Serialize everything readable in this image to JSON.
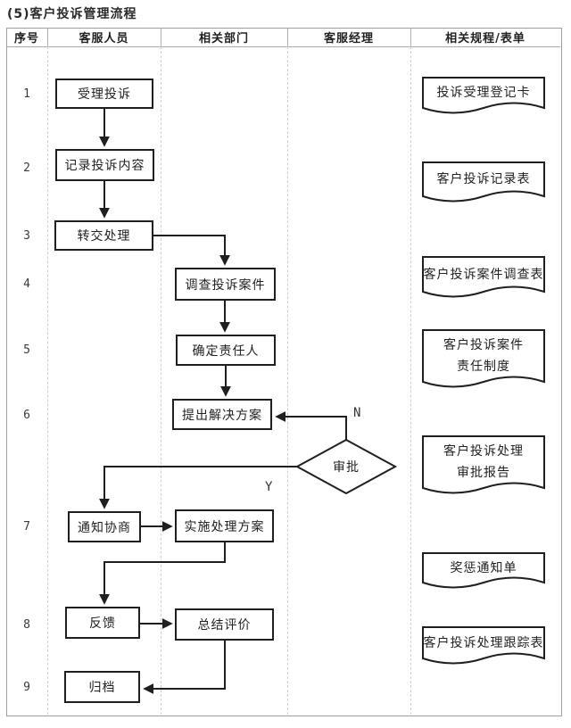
{
  "title": "(5)客户投诉管理流程",
  "table": {
    "headers": [
      "序号",
      "客服人员",
      "相关部门",
      "客服经理",
      "相关规程/表单"
    ]
  },
  "row_numbers": [
    "1",
    "2",
    "3",
    "4",
    "5",
    "6",
    "7",
    "8",
    "9"
  ],
  "flow": {
    "s1": "受理投诉",
    "s2": "记录投诉内容",
    "s3": "转交处理",
    "s4": "调查投诉案件",
    "s5": "确定责任人",
    "s6": "提出解决方案",
    "decision": "审批",
    "yes": "Y",
    "no": "N",
    "s7a": "通知协商",
    "s7b": "实施处理方案",
    "s8a": "反馈",
    "s8b": "总结评价",
    "s9": "归档"
  },
  "forms": [
    {
      "lines": [
        "投诉受理登记卡"
      ]
    },
    {
      "lines": [
        "客户投诉记录表"
      ]
    },
    {
      "lines": [
        "客户投诉案件调查表"
      ]
    },
    {
      "lines": [
        "客户投诉案件",
        "责任制度"
      ]
    },
    {
      "lines": [
        "客户投诉处理",
        "审批报告"
      ]
    },
    {
      "lines": [
        "奖惩通知单"
      ]
    },
    {
      "lines": [
        "客户投诉处理跟踪表"
      ]
    }
  ],
  "colors": {
    "line": "#1f1f1f",
    "table_border": "#9e9e9e",
    "column_separator": "#cfcfcf",
    "text": "#222222",
    "background": "#ffffff"
  }
}
